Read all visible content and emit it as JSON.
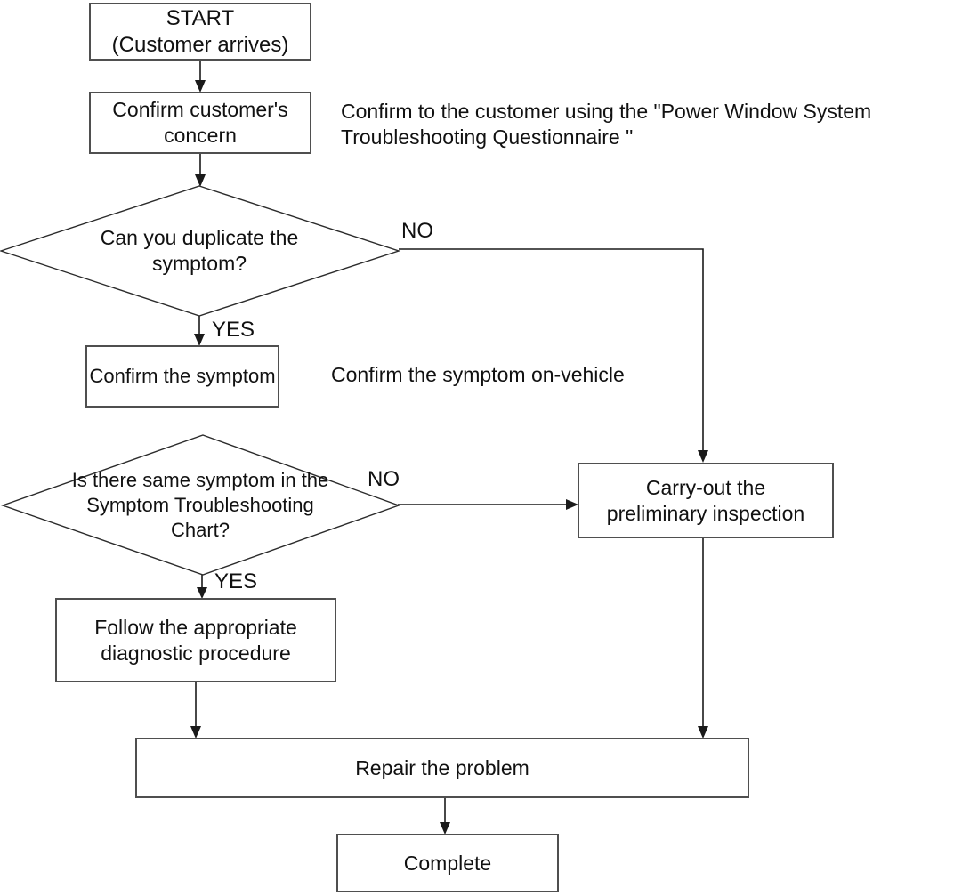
{
  "diagram": {
    "type": "flowchart",
    "topic": "Power Window System troubleshooting workflow",
    "nodes": {
      "start": {
        "label": "START\n(Customer arrives)",
        "shape": "rect"
      },
      "confirm_concern": {
        "label": "Confirm customer's\nconcern",
        "shape": "rect"
      },
      "duplicate_symptom": {
        "label": "Can you duplicate the\nsymptom?",
        "shape": "diamond"
      },
      "confirm_symptom": {
        "label": "Confirm the symptom",
        "shape": "rect"
      },
      "same_symptom": {
        "label": "Is there same symptom in the\nSymptom Troubleshooting\nChart?",
        "shape": "diamond"
      },
      "carry_out": {
        "label": "Carry-out the\npreliminary inspection",
        "shape": "rect"
      },
      "follow_procedure": {
        "label": "Follow the appropriate\ndiagnostic procedure",
        "shape": "rect"
      },
      "repair": {
        "label": "Repair the problem",
        "shape": "rect"
      },
      "complete": {
        "label": "Complete",
        "shape": "rect"
      }
    },
    "annotations": {
      "questionnaire": "Confirm to the customer using the \"Power Window System\nTroubleshooting Questionnaire \"",
      "on_vehicle": "Confirm the symptom on-vehicle"
    },
    "branch_labels": {
      "duplicate_no": "NO",
      "duplicate_yes": "YES",
      "same_no": "NO",
      "same_yes": "YES"
    },
    "colors": {
      "background": "#ffffff",
      "line": "#1a1a1a",
      "box_border": "#4f4f4f",
      "text": "#111111"
    }
  }
}
